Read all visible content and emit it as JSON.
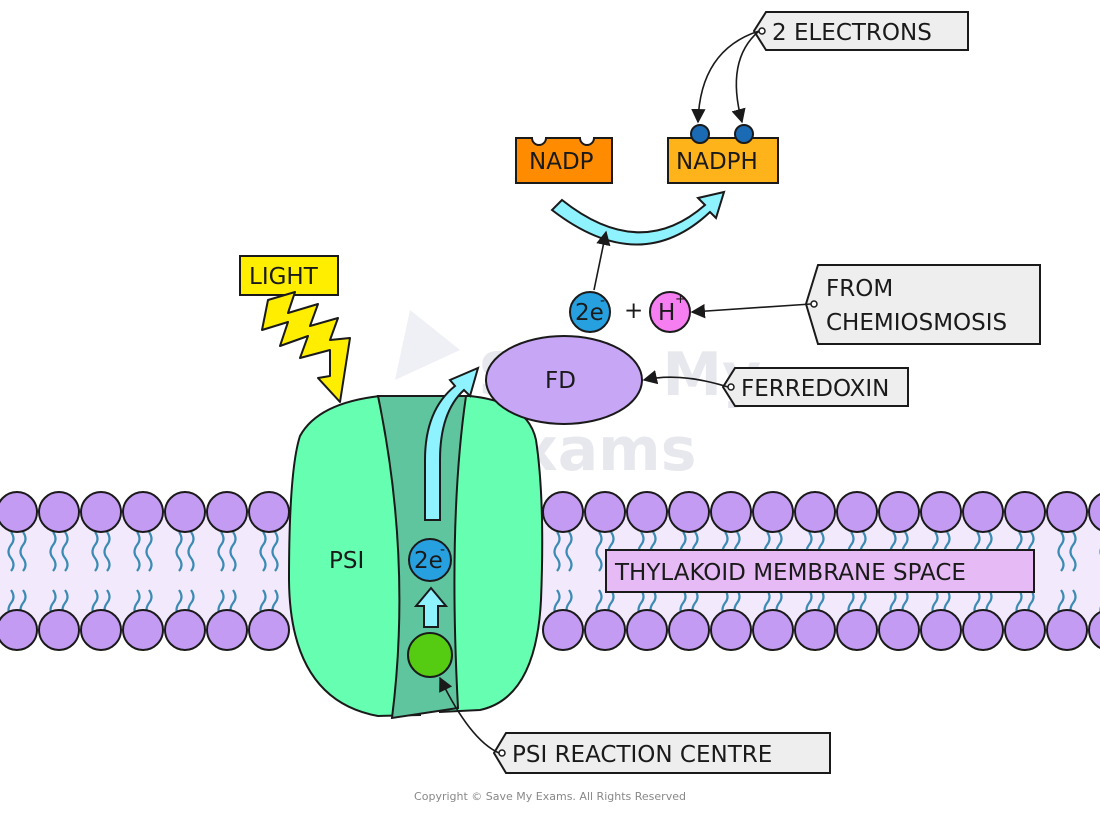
{
  "labels": {
    "light": "LIGHT",
    "psi": "PSI",
    "two_e_channel": "2e",
    "two_e_channel_sup": "-",
    "two_e_top": "2e",
    "two_e_top_sup": "-",
    "plus": "+",
    "h_plus": "H",
    "h_plus_sup": "+",
    "fd": "FD",
    "ferredoxin": "FERREDOXIN",
    "from_line1": "FROM",
    "from_line2": "CHEMIOSMOSIS",
    "nadp": "NADP",
    "nadph": "NADPH",
    "two_electrons": "2 ELECTRONS",
    "thylakoid": "THYLAKOID MEMBRANE SPACE",
    "reaction_centre": "PSI REACTION CENTRE"
  },
  "watermark": {
    "line1": "Save My",
    "line2": "Exams"
  },
  "footer": {
    "copyright": "Copyright © Save My Exams. All Rights Reserved"
  },
  "colors": {
    "psi_green": "#66ffb2",
    "psi_channel": "#5fc59e",
    "phospholipid_head": "#c39bf2",
    "membrane_band": "#f2eafc",
    "tail_blue": "#3c8bb4",
    "electron_blue": "#27a0e0",
    "h_pink": "#f57ef0",
    "fd_purple": "#c7a6f6",
    "nadp_orange": "#ff8c00",
    "nadph_orange": "#ffb31a",
    "light_yellow": "#ffee00",
    "arrow_cyan": "#8ff2ff",
    "reaction_green": "#55cc11",
    "thylakoid_label": "#e6baf4",
    "tag_grey": "#eeeeee"
  }
}
